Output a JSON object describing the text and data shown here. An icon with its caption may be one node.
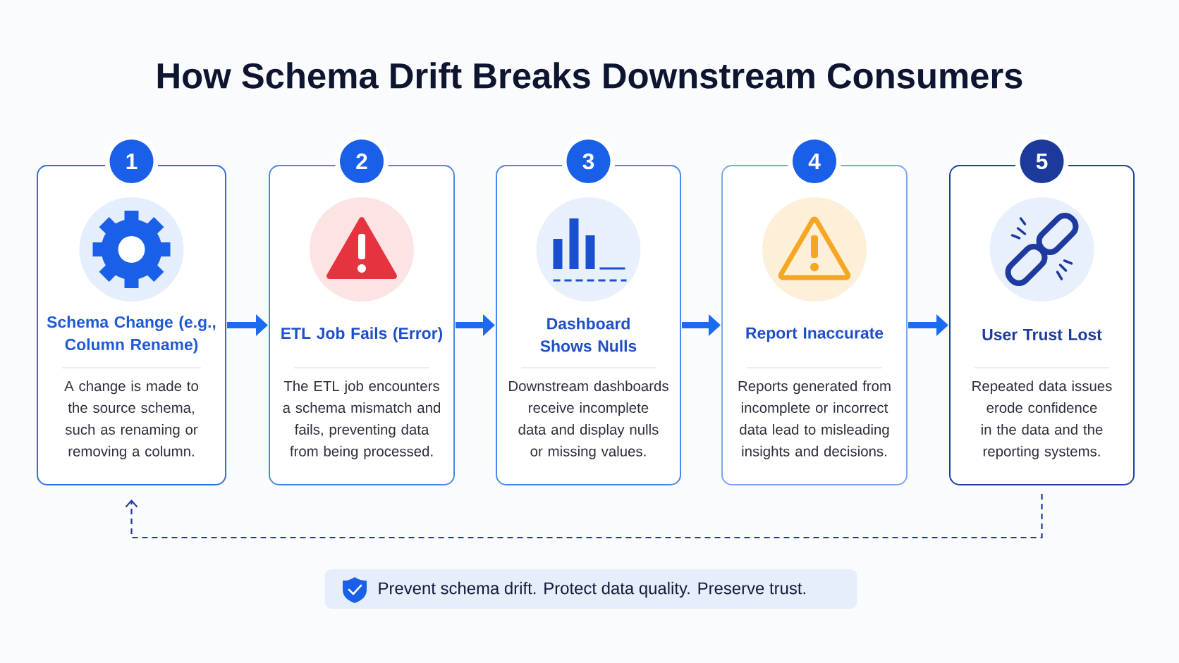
{
  "diagram": {
    "title": "How Schema Drift Breaks Downstream Consumers",
    "nodes": [
      {
        "text": [
          "Schema Change (e.g., Column Rename)",
          "A change is made to the source schema, such as renaming or removing a column."
        ]
      },
      {
        "text": [
          "ETL Job Fails (Error)",
          "The ETL job encounters a schema mismatch and fails, preventing data from being processed."
        ]
      },
      {
        "text": [
          "Dashboard Shows Nulls",
          "Downstream dashboards receive incomplete data and display nulls or missing values."
        ]
      },
      {
        "text": [
          "Report Inaccurate",
          "Reports generated from incomplete or incorrect data lead to misleading insights and decisions."
        ]
      },
      {
        "text": [
          "User Trust Lost",
          "Repeated data issues erode confidence in the data and the reporting systems."
        ]
      },
      {
        "text": [
          "Prevent schema drift. Protect data quality. Preserve trust."
        ]
      }
    ],
    "edges": [
      {
        "from": 0,
        "to": 1,
        "arrow": "to"
      },
      {
        "from": 1,
        "to": 2,
        "arrow": "to"
      },
      {
        "from": 2,
        "to": 3,
        "arrow": "to"
      },
      {
        "from": 3,
        "to": 4,
        "arrow": "to"
      },
      {
        "from": 4,
        "to": 0,
        "arrow": "to",
        "style": "dashed",
        "color": "#1e3a9e"
      }
    ],
    "labels": [
      "1",
      "2",
      "3",
      "4",
      "5"
    ]
  }
}
